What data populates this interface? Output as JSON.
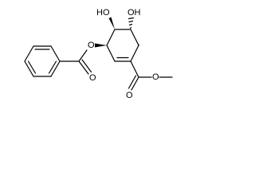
{
  "structure": {
    "labels": {
      "ho_left": "HO",
      "oh_right": "OH",
      "o_ester_ring": "O",
      "o_benzoyl_carbonyl": "O",
      "o_methyl_ester_carbonyl": "O",
      "o_methyl_ester_alkoxy": "O"
    },
    "colors": {
      "bond": "#000000",
      "text": "#000000",
      "background": "#ffffff"
    }
  }
}
